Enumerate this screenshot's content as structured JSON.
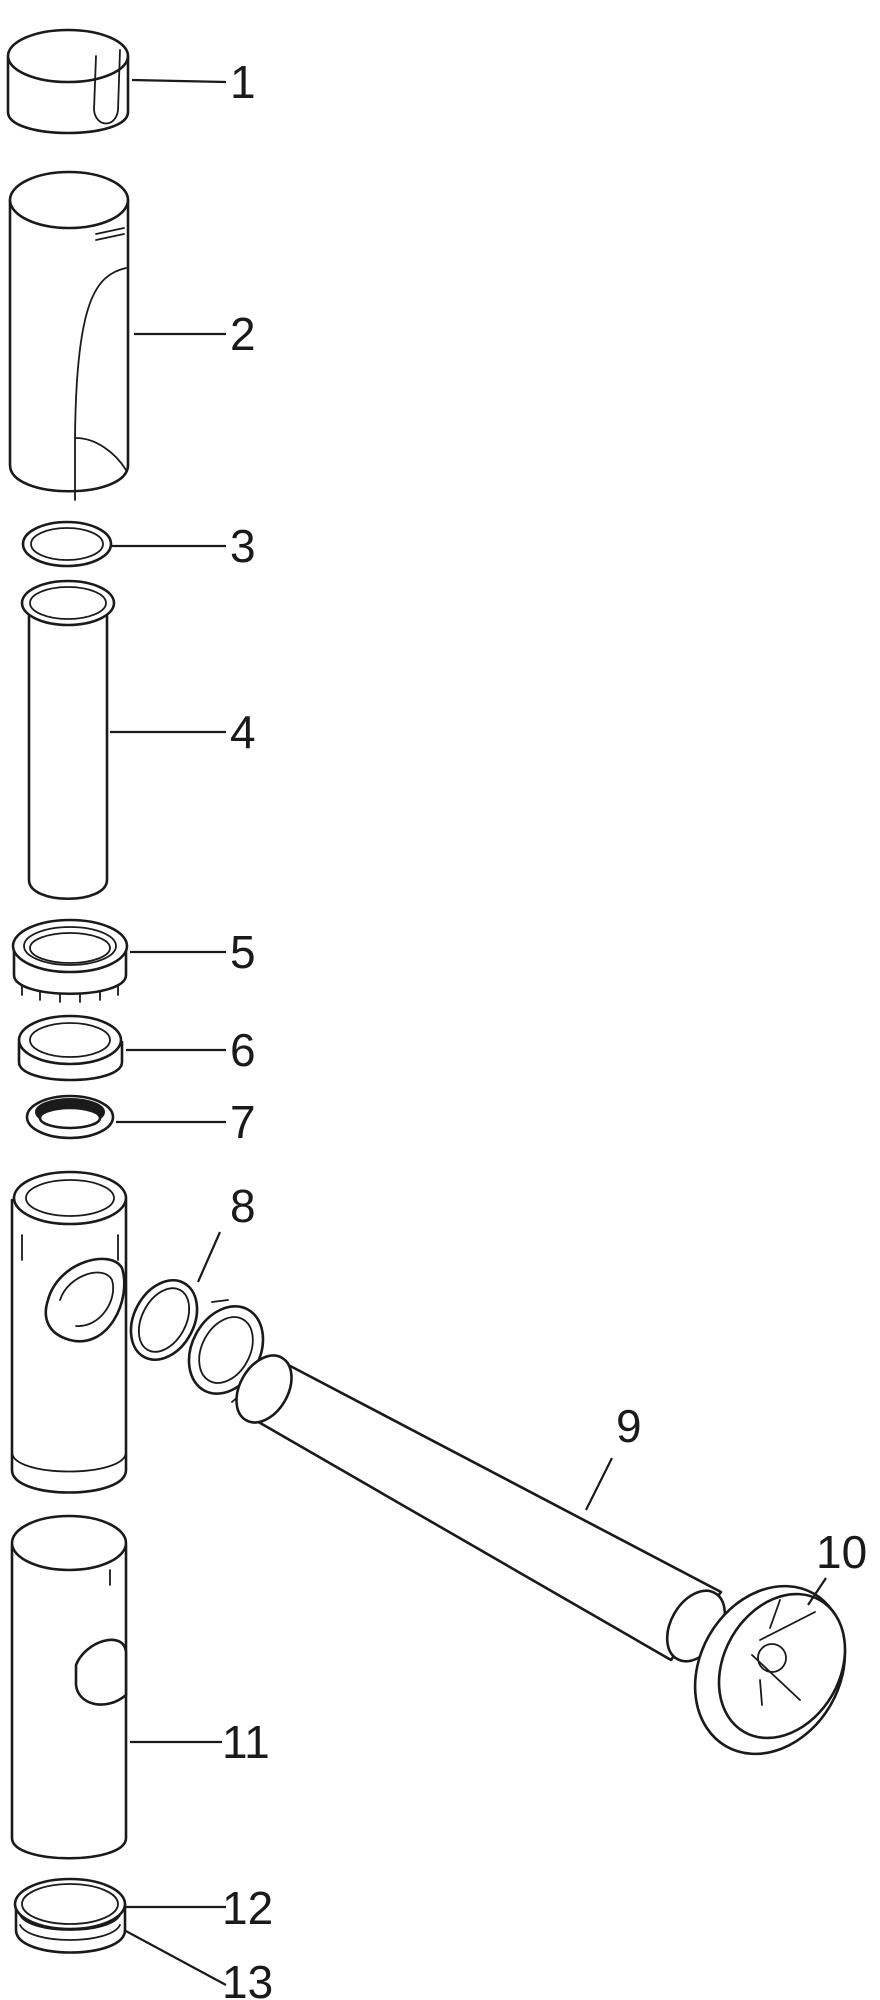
{
  "callouts": [
    {
      "id": "1",
      "label": "1"
    },
    {
      "id": "2",
      "label": "2"
    },
    {
      "id": "3",
      "label": "3"
    },
    {
      "id": "4",
      "label": "4"
    },
    {
      "id": "5",
      "label": "5"
    },
    {
      "id": "6",
      "label": "6"
    },
    {
      "id": "7",
      "label": "7"
    },
    {
      "id": "8",
      "label": "8"
    },
    {
      "id": "9",
      "label": "9"
    },
    {
      "id": "10",
      "label": "10"
    },
    {
      "id": "11",
      "label": "11"
    },
    {
      "id": "12",
      "label": "12"
    },
    {
      "id": "13",
      "label": "13"
    }
  ],
  "colors": {
    "line": "#1a1a1a",
    "background": "#ffffff"
  }
}
